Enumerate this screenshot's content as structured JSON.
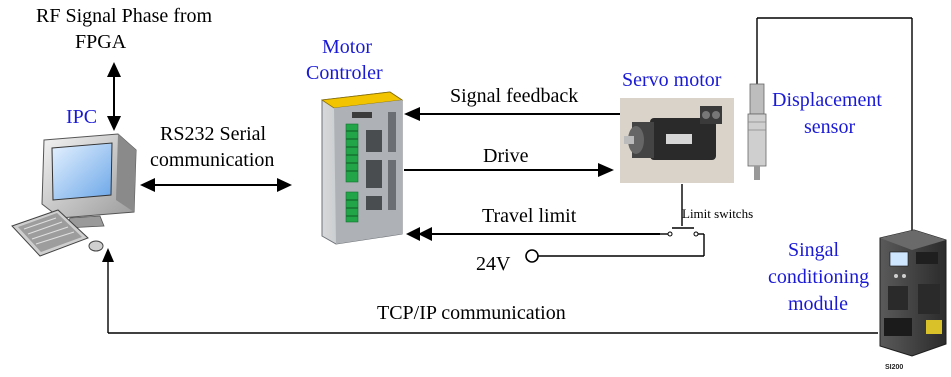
{
  "colors": {
    "label": "#000000",
    "component_label": "#1a1ad6",
    "controller_body": "#b9bcbf",
    "controller_top": "#f2c400",
    "terminal_green": "#22a548",
    "motor_body": "#2a2a2a",
    "module_body": "#3b3b3b"
  },
  "rf_signal": {
    "line1": "RF Signal Phase from",
    "line2": "FPGA"
  },
  "ipc": {
    "label": "IPC",
    "icon": "computer-icon"
  },
  "rs232": {
    "line1": "RS232 Serial",
    "line2": "communication"
  },
  "motor_controller": {
    "line1": "Motor",
    "line2": "Controler",
    "icon": "motor-controller-icon"
  },
  "servo_motor": {
    "label": "Servo motor",
    "icon": "servo-motor-icon"
  },
  "displacement_sensor": {
    "line1": "Displacement",
    "line2": "sensor",
    "icon": "displacement-sensor-icon"
  },
  "signal_conditioning": {
    "line1": "Singal",
    "line2": "conditioning",
    "line3": "module",
    "device_text": "SI200",
    "icon": "signal-module-icon"
  },
  "links": {
    "signal_feedback": "Signal feedback",
    "drive": "Drive",
    "travel_limit": "Travel limit",
    "voltage": "24V",
    "limit_switch": "Limit switchs",
    "tcp_ip": "TCP/IP communication"
  }
}
